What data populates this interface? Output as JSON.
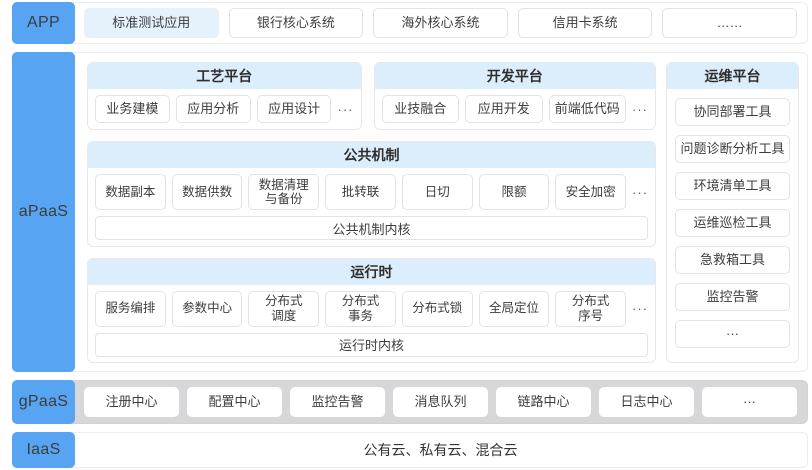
{
  "colors": {
    "accent_blue": "#57a5f2",
    "section_header_blue": "#dcedfb",
    "selected_chip_blue": "#e5f2fc",
    "gpaas_row_gray": "#d7d7d9"
  },
  "layers": {
    "app": {
      "label": "APP",
      "items": [
        "标准测试应用",
        "银行核心系统",
        "海外核心系统",
        "信用卡系统",
        "……"
      ]
    },
    "apaas": {
      "label": "aPaaS",
      "craft": {
        "title": "工艺平台",
        "items": [
          "业务建模",
          "应用分析",
          "应用设计"
        ],
        "more": "···"
      },
      "dev": {
        "title": "开发平台",
        "items": [
          "业技融合",
          "应用开发",
          "前端低代码"
        ],
        "more": "···"
      },
      "ops": {
        "title": "运维平台",
        "items": [
          "协同部署工具",
          "问题诊断分析工具",
          "环境清单工具",
          "运维巡检工具",
          "急救箱工具",
          "监控告警",
          "···"
        ]
      },
      "common": {
        "title": "公共机制",
        "items": [
          "数据副本",
          "数据供数",
          "数据清理\n与备份",
          "批转联",
          "日切",
          "限额",
          "安全加密"
        ],
        "more": "···",
        "kernel": "公共机制内核"
      },
      "runtime": {
        "title": "运行时",
        "items": [
          "服务编排",
          "参数中心",
          "分布式\n调度",
          "分布式\n事务",
          "分布式锁",
          "全局定位",
          "分布式\n序号"
        ],
        "more": "···",
        "kernel": "运行时内核"
      }
    },
    "gpaas": {
      "label": "gPaaS",
      "items": [
        "注册中心",
        "配置中心",
        "监控告警",
        "消息队列",
        "链路中心",
        "日志中心",
        "···"
      ]
    },
    "iaas": {
      "label": "IaaS",
      "text": "公有云、私有云、混合云"
    }
  }
}
